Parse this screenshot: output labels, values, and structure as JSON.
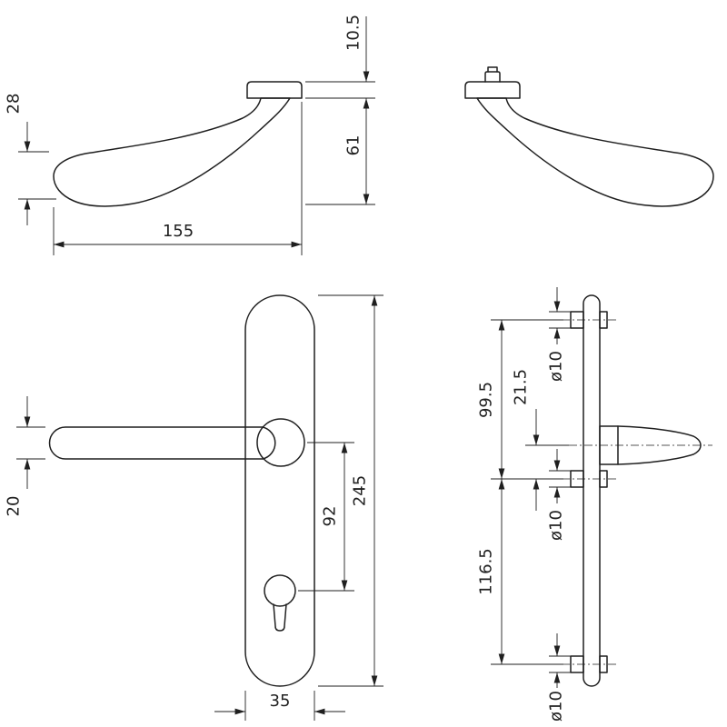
{
  "colors": {
    "line": "#1f1f1f",
    "background": "#ffffff"
  },
  "views": {
    "lever_side": {
      "dims": {
        "grip_end_height": "28",
        "neck_cap_height": "10.5",
        "handle_drop": "61",
        "handle_length": "155"
      }
    },
    "plate_front": {
      "dims": {
        "grip_thickness": "20",
        "handle_to_cylinder": "92",
        "plate_height": "245",
        "plate_width": "35"
      }
    },
    "plate_side": {
      "dims": {
        "top_fixing_to_middle": "99.5",
        "handle_axis_to_middle_fixing": "21.5",
        "middle_to_bottom_fixing": "116.5",
        "fixing_dia_top": "ø10",
        "fixing_dia_middle": "ø10",
        "fixing_dia_bottom": "ø10"
      }
    }
  }
}
